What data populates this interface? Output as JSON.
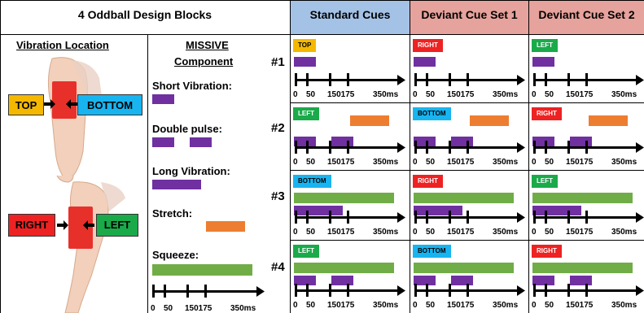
{
  "header": {
    "title": "4 Oddball Design Blocks",
    "standard": "Standard Cues",
    "deviant1": "Deviant Cue Set 1",
    "deviant2": "Deviant Cue Set 2"
  },
  "colors": {
    "standard_header": "#a4c2e6",
    "deviant_header": "#e6a29c",
    "top": "#f5b800",
    "bottom": "#18b4f0",
    "right": "#ee2222",
    "left": "#1aaa4a",
    "purple": "#7030a0",
    "orange": "#ed7d31",
    "green": "#70ad47"
  },
  "location": {
    "title": "Vibration Location",
    "top": "TOP",
    "bottom": "BOTTOM",
    "right": "RIGHT",
    "left": "LEFT"
  },
  "missive": {
    "title_line1": "MISSIVE",
    "title_line2": "Component",
    "short": "Short Vibration:",
    "double": "Double pulse:",
    "long": "Long Vibration:",
    "stretch": "Stretch:",
    "squeeze": "Squeeze:"
  },
  "timeline": {
    "ticks": [
      "0",
      "50",
      "150175",
      "350ms"
    ]
  },
  "rows": [
    {
      "label": "#1",
      "standard": "TOP",
      "deviant1": "RIGHT",
      "deviant2": "LEFT",
      "components": [
        "short"
      ]
    },
    {
      "label": "#2",
      "standard": "LEFT",
      "deviant1": "BOTTOM",
      "deviant2": "RIGHT",
      "components": [
        "double",
        "stretch"
      ]
    },
    {
      "label": "#3",
      "standard": "BOTTOM",
      "deviant1": "RIGHT",
      "deviant2": "LEFT",
      "components": [
        "squeeze",
        "long"
      ]
    },
    {
      "label": "#4",
      "standard": "LEFT",
      "deviant1": "BOTTOM",
      "deviant2": "RIGHT",
      "components": [
        "squeeze",
        "double"
      ]
    }
  ]
}
